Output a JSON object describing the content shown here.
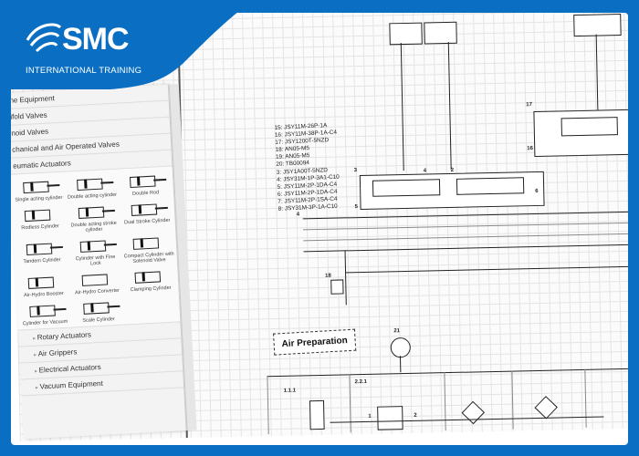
{
  "brand": {
    "name": "SMC",
    "subtitle": "INTERNATIONAL TRAINING",
    "color": "#0a6fc2"
  },
  "sidebar": {
    "categories_top": [
      "ne Equipment",
      "ifold Valves",
      "noid Valves",
      "chanical and Air Operated Valves",
      "eumatic Actuators"
    ],
    "actuators": [
      "Single acting cylinder",
      "Double acting cylinder",
      "Double Rod",
      "Rodless Cylinder",
      "Double acting stroke cylinder",
      "Dual Stroke Cylinder",
      "Tandem Cylinder",
      "Cylinder with Fine Lock",
      "Compact Cylinder with Solenoid Valve",
      "Air-Hydro Booster",
      "Air-Hydro Converter",
      "Clamping Cylinder",
      "Cylinder for Vacuum",
      "Scale Cylinder"
    ],
    "categories_bottom": [
      "Rotary Actuators",
      "Air Grippers",
      "Electrical Actuators",
      "Vacuum Equipment"
    ]
  },
  "schematic": {
    "parts_list": [
      "15: JSY11M-26P-1A",
      "16: JSY11M-38P-1A-C4",
      "17: JSY1200T-5NZD",
      "18: AN05-M5",
      "19: AN05-M5",
      "20: TB00094",
      "3: JSY1A00T-5NZD",
      "4: JSY31M-1P-3A1-C10",
      "5: JSY11M-2P-1DA-C4",
      "6: JSY11M-2P-1DA-C4",
      "7: JSY11M-2P-1SA-C4",
      "8: JSY31M-3P-1A-C10"
    ],
    "labels": {
      "l17": "17",
      "l16": "16",
      "l3": "3",
      "l4": "4",
      "l5": "5",
      "l6": "6",
      "l18": "18",
      "l21": "21",
      "l111": "1.1.1",
      "l221": "2.2.1",
      "p1": "1",
      "p2": "2",
      "p4": "4"
    },
    "air_preparation": "Air Preparation"
  }
}
